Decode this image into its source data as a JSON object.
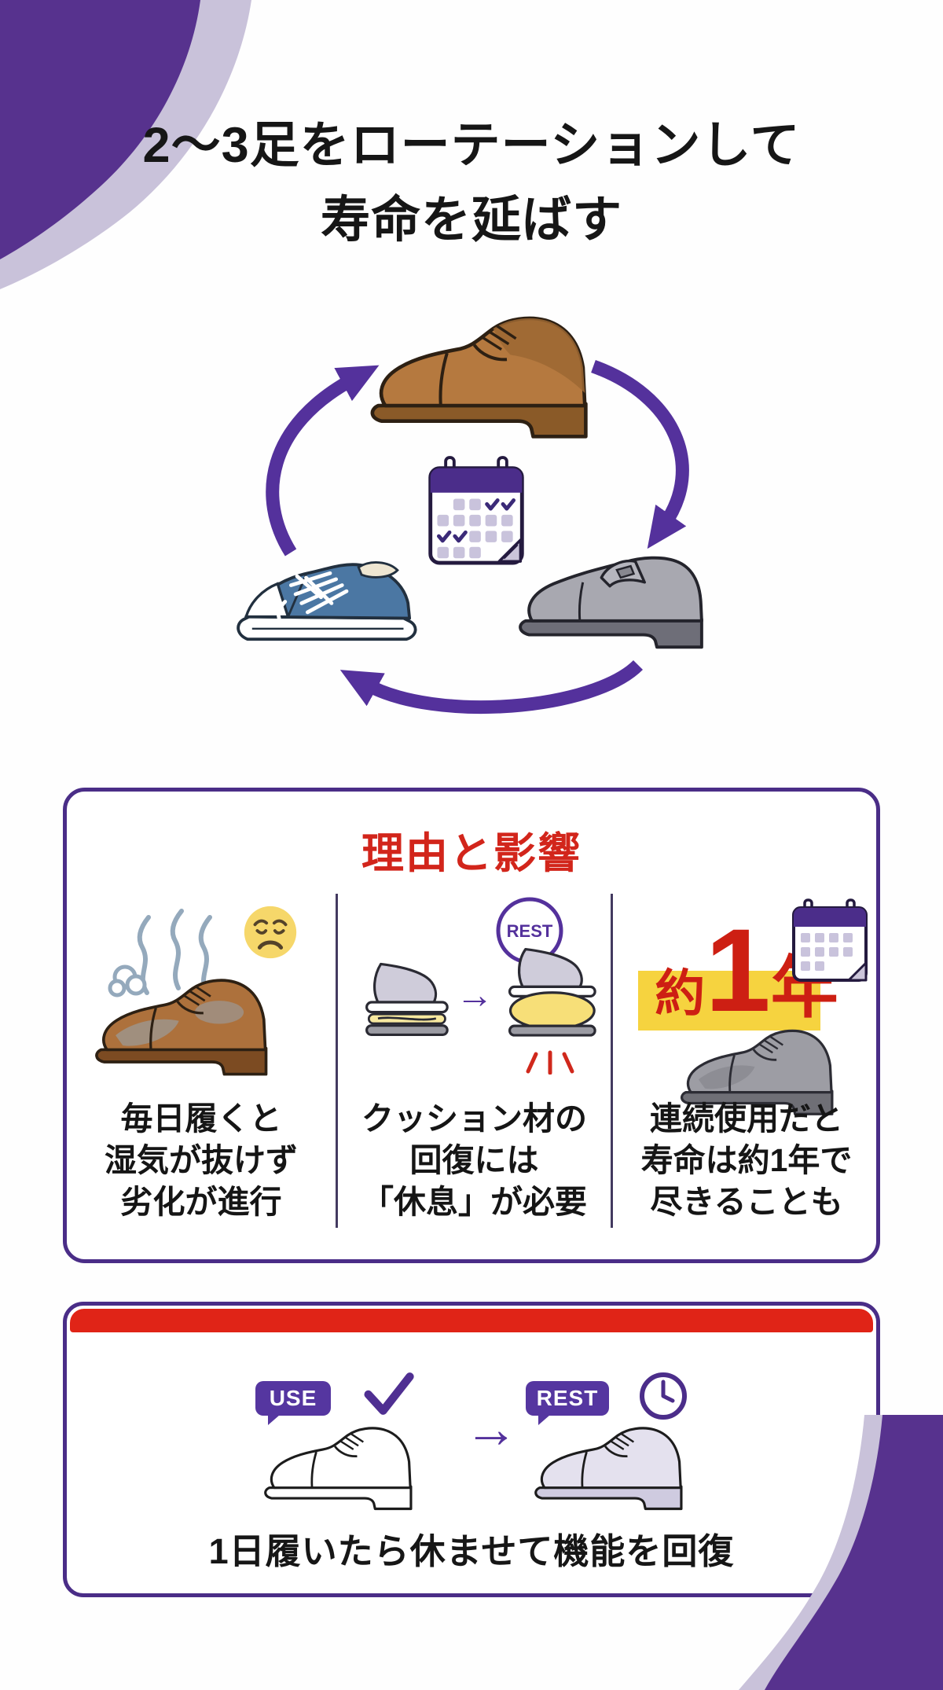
{
  "title": {
    "line1": "2〜3足をローテーションして",
    "line2": "寿命を延ばす"
  },
  "reasons": {
    "heading": "理由と影響",
    "col1": {
      "line1": "毎日履くと",
      "line2": "湿気が抜けず",
      "line3": "劣化が進行"
    },
    "col2": {
      "bubble_label": "REST",
      "line1": "クッション材の",
      "line2": "回復には",
      "line3": "「休息」が必要"
    },
    "col3": {
      "about": "約",
      "one": "1",
      "year": "年",
      "line1": "連続使用だと",
      "line2": "寿命は約1年で",
      "line3": "尽きることも"
    }
  },
  "routine": {
    "use_label": "USE",
    "rest_label": "REST",
    "caption": "1日履いたら休ませて機能を回復"
  },
  "icons": {
    "arrow_right": "→"
  },
  "colors": {
    "purple": "#54319c",
    "purple_deep": "#4a2d87",
    "lavender": "#c9c2da",
    "heading_red": "#d2251b",
    "band_red": "#e02417",
    "highlight_yellow": "#f6d33f",
    "face_yellow": "#f6d76a"
  }
}
